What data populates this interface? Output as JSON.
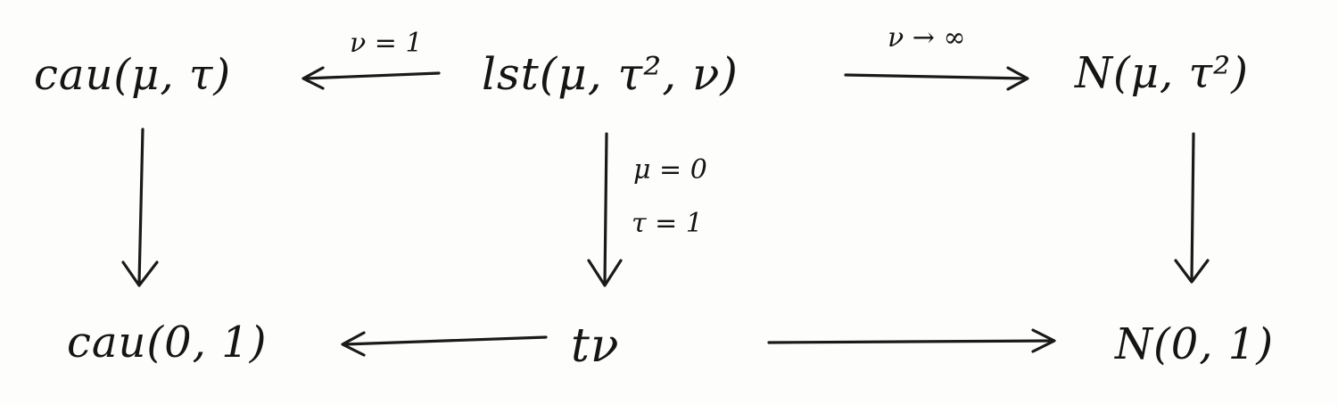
{
  "nodes": {
    "lst": "lst(μ, τ², ν)",
    "cau": "cau(μ, τ)",
    "normal": "N(μ, τ²)",
    "cau01": "cau(0, 1)",
    "t_nu": "tν",
    "n01": "N(0, 1)"
  },
  "edge_labels": {
    "nu_equals_1": "ν = 1",
    "nu_to_infinity": "ν → ∞",
    "mu_equals_0": "μ = 0",
    "tau_equals_1": "τ = 1"
  },
  "colors": {
    "ink": "#151515",
    "paper": "#fdfdfb"
  }
}
